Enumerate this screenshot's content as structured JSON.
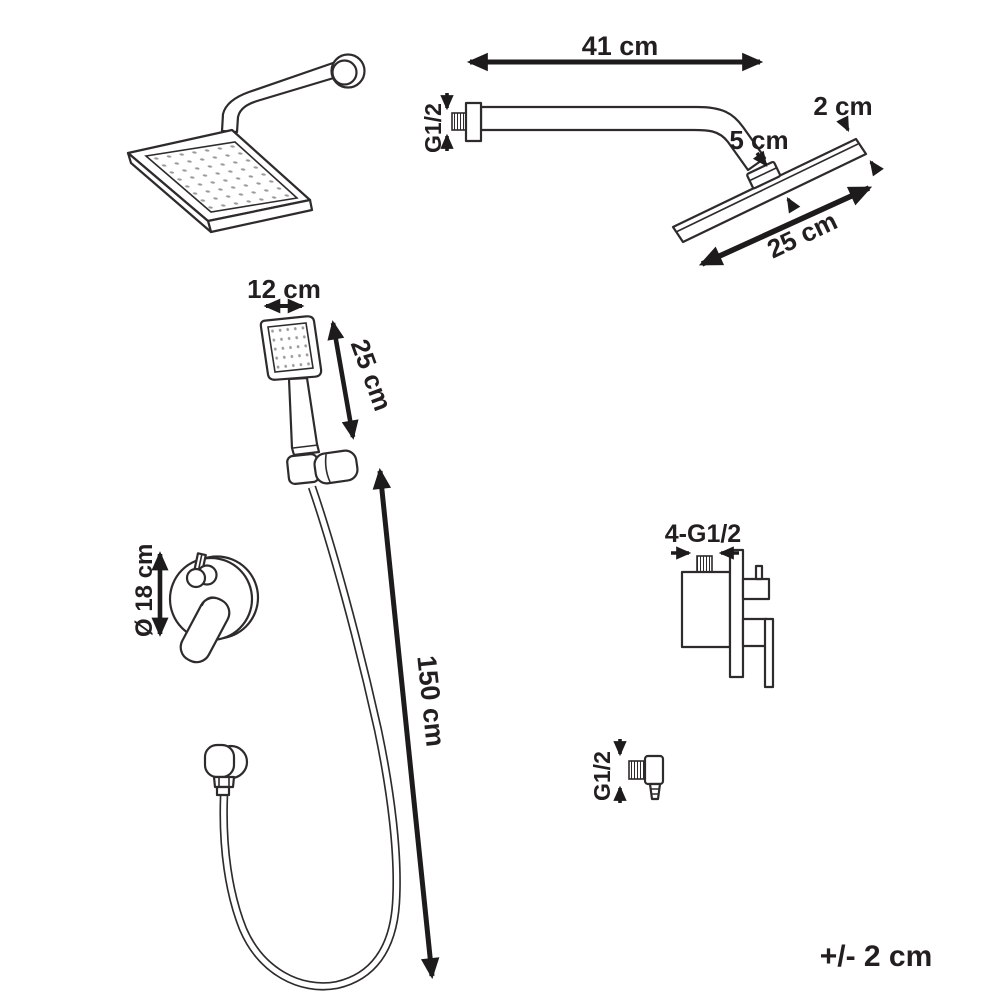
{
  "diagram": {
    "background": "#ffffff",
    "ink": "#231f20",
    "nozzle_dot_color": "#9b9b9b",
    "tolerance_note": "+/- 2 cm",
    "rain_shower": {
      "arm_length": "41 cm",
      "wall_connection_thread": "G1/2",
      "arm_drop": "5 cm",
      "head_thickness": "2 cm",
      "head_width": "25 cm"
    },
    "hand_shower": {
      "head_width": "12 cm",
      "head_length": "25 cm"
    },
    "shower_hose": {
      "length": "150 cm"
    },
    "concealed_mixer": {
      "plate_diameter": "Ø 18 cm",
      "valve_connections": "4-G1/2"
    },
    "wall_outlet": {
      "thread": "G1/2"
    }
  }
}
